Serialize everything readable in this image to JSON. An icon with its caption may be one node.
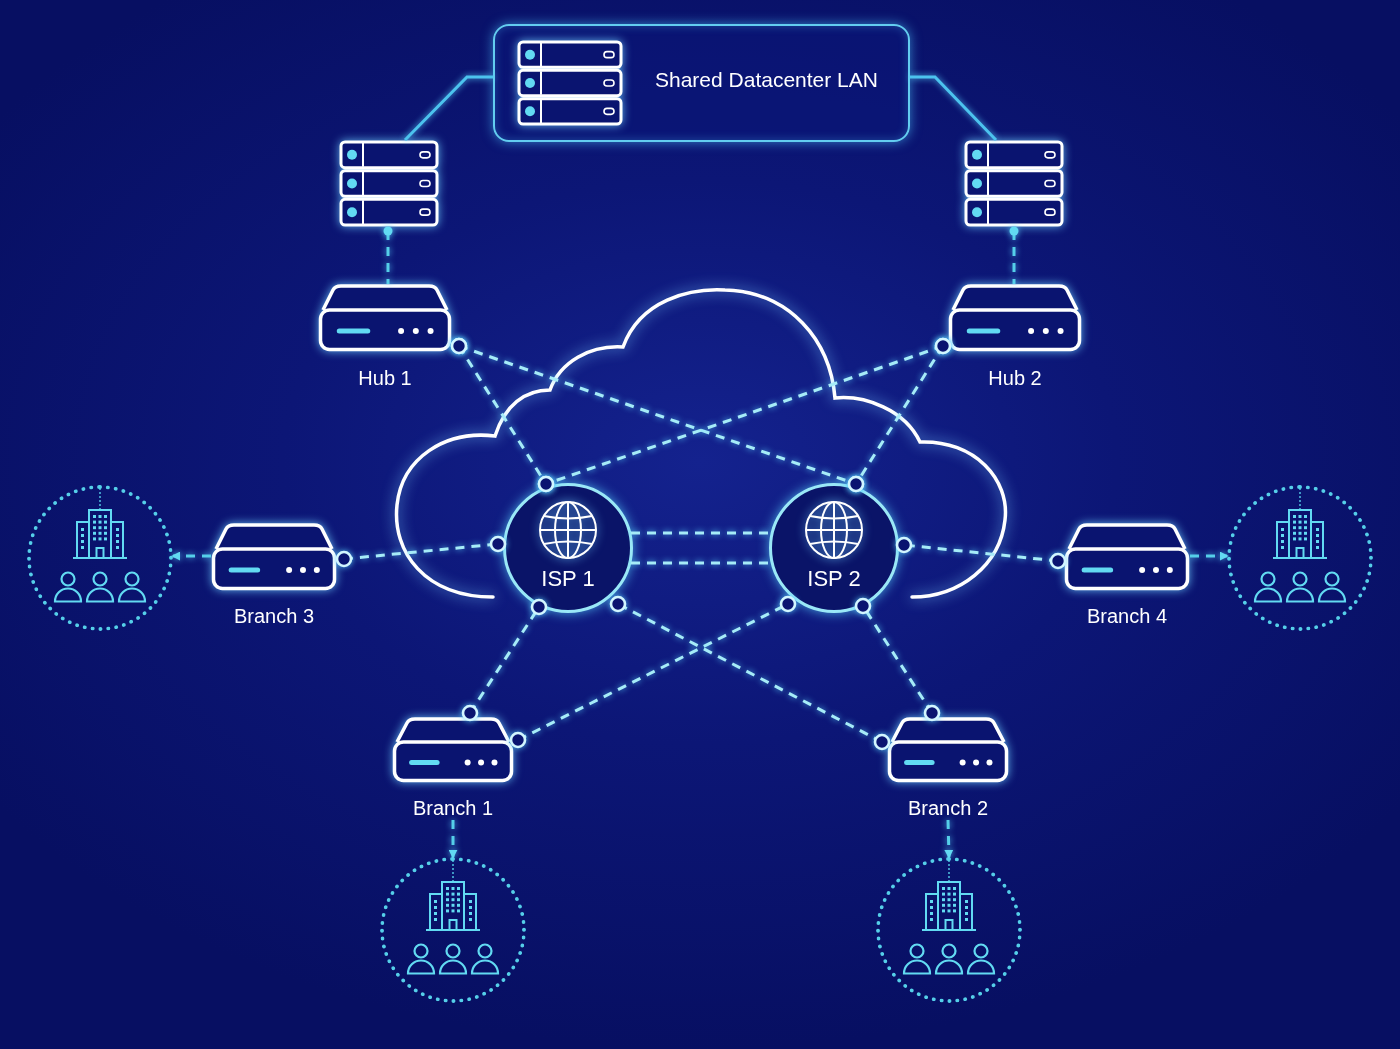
{
  "diagram": {
    "nodes": [
      {
        "text": [
          "Shared Datacenter LAN"
        ]
      },
      {
        "text": [],
        "shape": "picture"
      },
      {
        "text": [],
        "shape": "picture"
      },
      {
        "text": [
          "Hub 1"
        ]
      },
      {
        "text": [
          "Hub 2"
        ]
      },
      {
        "text": [],
        "shape": "circle"
      },
      {
        "text": [
          "Branch 3"
        ]
      },
      {
        "text": [
          "ISP 1"
        ]
      },
      {
        "text": [
          "ISP 2"
        ]
      },
      {
        "text": [
          "Branch 4"
        ]
      },
      {
        "text": [],
        "shape": "circle"
      },
      {
        "text": [
          "Branch 1"
        ]
      },
      {
        "text": [
          "Branch 2"
        ]
      },
      {
        "text": [],
        "shape": "circle"
      },
      {
        "text": [],
        "shape": "circle"
      }
    ],
    "edges": [
      {
        "from": 0,
        "to": 1,
        "arrow": "none",
        "color": "#4cc3ee"
      },
      {
        "from": 0,
        "to": 2,
        "arrow": "none",
        "color": "#4cc3ee"
      },
      {
        "from": 1,
        "to": 3,
        "arrow": "other",
        "style": "dashed",
        "color": "#55cfe9"
      },
      {
        "from": 2,
        "to": 4,
        "arrow": "other",
        "style": "dashed",
        "color": "#55cfe9"
      },
      {
        "from": 3,
        "to": 7,
        "arrow": "other",
        "style": "dashed"
      },
      {
        "from": 3,
        "to": 8,
        "arrow": "other",
        "style": "dashed"
      },
      {
        "from": 4,
        "to": 7,
        "arrow": "other",
        "style": "dashed"
      },
      {
        "from": 4,
        "to": 8,
        "arrow": "other",
        "style": "dashed"
      },
      {
        "from": 7,
        "to": 8,
        "arrow": "none",
        "style": "dashed"
      },
      {
        "from": 7,
        "to": 8,
        "arrow": "none",
        "style": "dashed"
      },
      {
        "from": 6,
        "to": 7,
        "arrow": "other",
        "style": "dashed"
      },
      {
        "from": 9,
        "to": 8,
        "arrow": "other",
        "style": "dashed"
      },
      {
        "from": 11,
        "to": 7,
        "arrow": "other",
        "style": "dashed"
      },
      {
        "from": 11,
        "to": 8,
        "arrow": "other",
        "style": "dashed"
      },
      {
        "from": 12,
        "to": 7,
        "arrow": "other",
        "style": "dashed"
      },
      {
        "from": 12,
        "to": 8,
        "arrow": "other",
        "style": "dashed"
      },
      {
        "from": 6,
        "to": 5,
        "arrow": "to",
        "style": "dashed",
        "color": "#55cfe9"
      },
      {
        "from": 9,
        "to": 10,
        "arrow": "to",
        "style": "dashed",
        "color": "#55cfe9"
      },
      {
        "from": 11,
        "to": 13,
        "arrow": "to",
        "style": "dashed",
        "color": "#55cfe9"
      },
      {
        "from": 12,
        "to": 14,
        "arrow": "to",
        "style": "dashed",
        "color": "#55cfe9"
      }
    ]
  }
}
